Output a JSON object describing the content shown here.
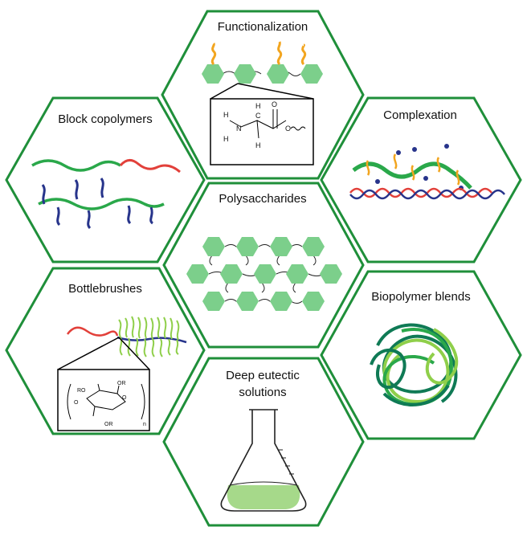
{
  "panels": {
    "functionalization": {
      "title": "Functionalization"
    },
    "block_copolymers": {
      "title": "Block copolymers"
    },
    "complexation": {
      "title": "Complexation"
    },
    "polysaccharides": {
      "title": "Polysaccharides"
    },
    "bottlebrushes": {
      "title": "Bottlebrushes"
    },
    "biopolymer_blends": {
      "title": "Biopolymer blends"
    },
    "deep_eutectic": {
      "title_line1": "Deep eutectic",
      "title_line2": "solutions"
    }
  },
  "glycine_labels": {
    "h1": "H",
    "n": "N",
    "h2": "H",
    "c": "C",
    "h3": "H",
    "o_double": "O",
    "o_ester": "O",
    "h_alpha": "H"
  },
  "cellulose_labels": {
    "ro": "RO",
    "or_top": "OR",
    "o_ring": "O",
    "o_link": "O",
    "or_bottom": "OR",
    "n": "n"
  },
  "colors": {
    "hex_outline": "#1f8f3a",
    "sugar": "#7ccf8b",
    "green_chain": "#2aa84a",
    "red_chain": "#e2403a",
    "blue_chain": "#27348b",
    "orange_side": "#f2a51f",
    "light_green": "#8fcf4a",
    "dark_teal": "#0f7a55",
    "solution": "#a6d98a"
  },
  "icons": [
    "erlenmeyer-flask-icon"
  ]
}
